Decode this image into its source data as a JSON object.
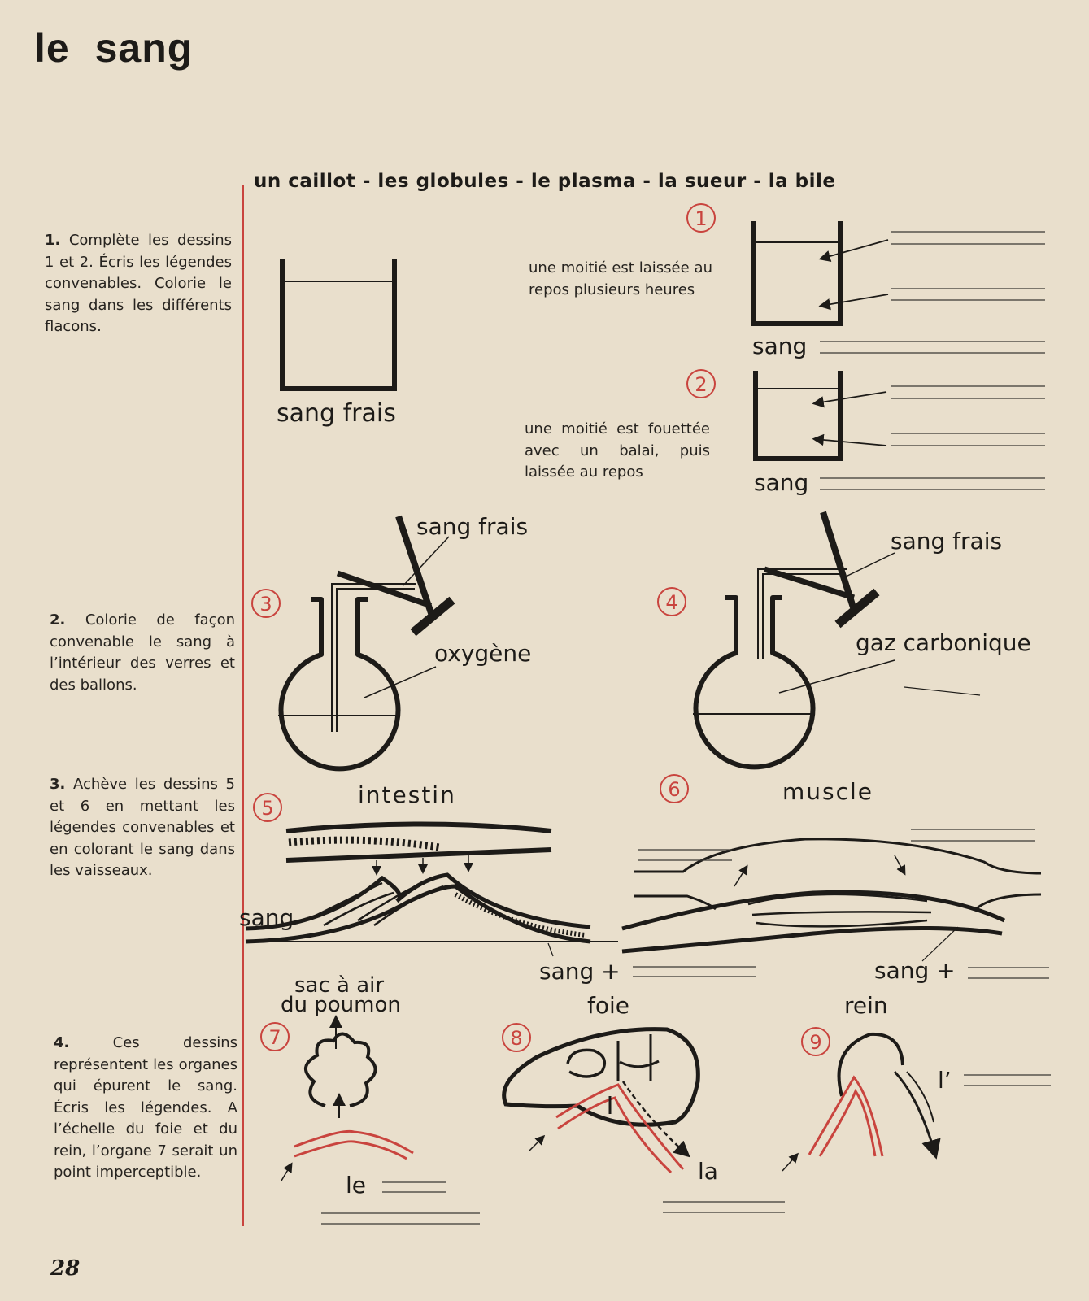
{
  "page": {
    "title": "le sang",
    "page_number": "28",
    "word_bank": "un caillot - les globules - le plasma - la sueur - la bile"
  },
  "instructions": [
    {
      "num": "1.",
      "text": "Complète les dessins 1 et 2. Écris les légendes convenables. Colorie le sang dans les différents flacons."
    },
    {
      "num": "2.",
      "text": "Colorie de façon convenable le sang à l’intérieur des verres et des ballons."
    },
    {
      "num": "3.",
      "text": "Achève les dessins 5 et 6 en mettant les légendes convenables et en colorant le sang dans les vaisseaux."
    },
    {
      "num": "4.",
      "text": "Ces dessins représentent les organes qui épurent le sang. Écris les légendes. A l’échelle du foie et du rein, l’organe 7 serait un point imperceptible."
    }
  ],
  "experiment": {
    "fresh_label": "sang frais",
    "note1": "une moitié est laissée au repos plusieurs heures",
    "note2": "une moitié est fouettée avec un balai, puis laissée au repos",
    "sang1": "sang",
    "sang2": "sang"
  },
  "figures": {
    "n1": "1",
    "n2": "2",
    "n3": "3",
    "n4": "4",
    "n5": "5",
    "n6": "6",
    "n7": "7",
    "n8": "8",
    "n9": "9",
    "f3_fresh": "sang frais",
    "f3_gas": "oxygène",
    "f4_fresh": "sang frais",
    "f4_gas": "gaz carbonique",
    "intestin": "intestin",
    "muscle": "muscle",
    "sang_left": "sang",
    "sang_plus_5": "sang +",
    "sang_plus_6": "sang +",
    "organ7": "sac à air du poumon",
    "organ7_line1": "sac à air",
    "organ7_line2": "du poumon",
    "organ8": "foie",
    "organ9": "rein",
    "le": "le",
    "la": "la",
    "l_apos": "l’"
  },
  "colors": {
    "accent_red": "#c9443e",
    "ink": "#1d1b18",
    "paper": "#e9dfcc"
  }
}
